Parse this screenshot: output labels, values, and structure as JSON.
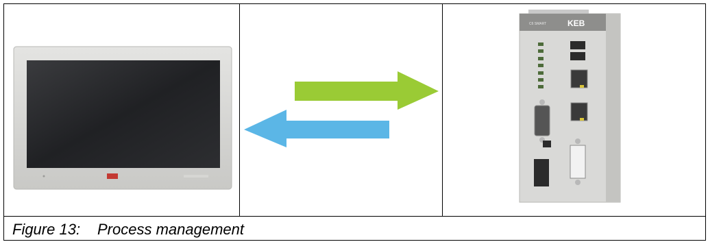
{
  "figure": {
    "label": "Figure 13:",
    "title": "Process management"
  },
  "panels": {
    "left": {
      "image": "touch-panel-display"
    },
    "middle": {
      "image": "bidirectional-arrows",
      "arrow_right_color": "#9acb35",
      "arrow_left_color": "#5bb6e6"
    },
    "right": {
      "image": "controller-module",
      "brand_label": "KEB",
      "model_label": "C6 SMART"
    }
  }
}
